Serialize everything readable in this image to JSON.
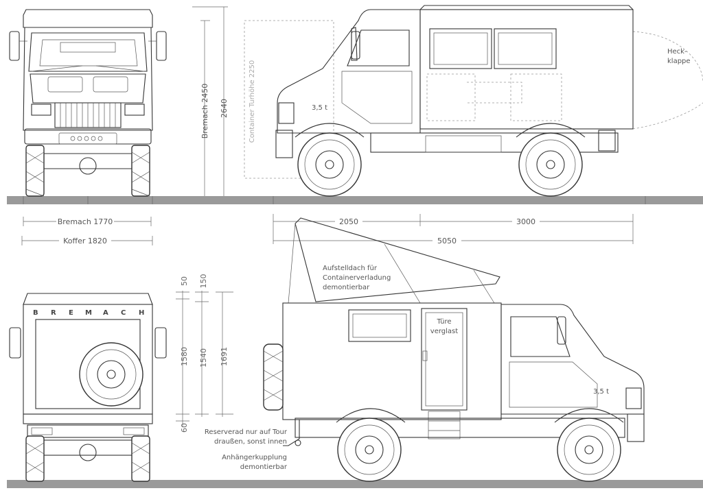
{
  "colors": {
    "ink": "#333333",
    "dim": "#666666",
    "ground": "#9a9a9a",
    "dashed": "#999999"
  },
  "front_view": {
    "label_width_bremach": "Bremach 1770",
    "label_width_koffer": "Koffer 1820"
  },
  "side_view_top": {
    "dim_height_bremach": "Bremach 2450",
    "dim_height_total": "2640",
    "dim_container_door": "Container Turhöhe 2250",
    "weight_badge": "3,5 t",
    "label_tailgate_line1": "Heck-",
    "label_tailgate_line2": "klappe",
    "dim_front": "2050",
    "dim_rear": "3000",
    "dim_total_length": "5050"
  },
  "rear_view": {
    "brand_letters": [
      "B",
      "R",
      "E",
      "M",
      "A",
      "C",
      "H"
    ],
    "dim_50": "50",
    "dim_1580": "1580",
    "dim_60": "60",
    "dim_150": "150",
    "dim_1540": "1540",
    "dim_1691": "1691"
  },
  "side_view_bottom": {
    "roof_note": [
      "Aufstelldach für",
      "Containerverladung",
      "demontierbar"
    ],
    "door_note": [
      "Türe",
      "verglast"
    ],
    "weight_badge": "3,5 t",
    "spare_note": [
      "Reserverad nur auf Tour",
      "draußen, sonst innen"
    ],
    "hitch_note": [
      "Anhängerkupplung",
      "demontierbar"
    ]
  }
}
